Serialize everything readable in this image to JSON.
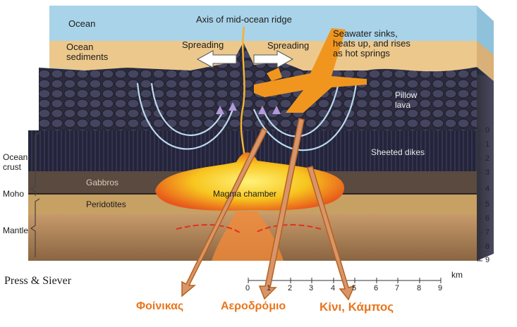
{
  "labels": {
    "ocean": "Ocean",
    "axis": "Axis of mid-ocean ridge",
    "ocean_sediments": "Ocean\nsediments",
    "spreading_left": "Spreading",
    "spreading_right": "Spreading",
    "seawater_note": "Seawater sinks,\nheats up, and rises\nas hot springs",
    "pillow_lava": "Pillow\nlava",
    "sheeted_dikes": "Sheeted dikes",
    "ocean_crust": "Ocean\ncrust",
    "gabbros": "Gabbros",
    "moho": "Moho",
    "magma_chamber": "Magma chamber",
    "peridotites": "Peridotites",
    "mantle": "Mantle",
    "credit": "Press & Siever",
    "km_unit": "km"
  },
  "depth_scale": [
    "0",
    "1",
    "2",
    "3",
    "4",
    "5",
    "6",
    "7",
    "8",
    "9"
  ],
  "km_scale": [
    "0",
    "1",
    "2",
    "3",
    "4",
    "5",
    "6",
    "7",
    "8",
    "9"
  ],
  "annotations": {
    "phoenix": "Φοίνικας",
    "airport": "Αεροδρόμιο",
    "kini_kampos": "Κίνι, Κάμπος"
  },
  "colors": {
    "annotation_orange": "#e9751e",
    "arrow_fill": "#d9956a",
    "ocean_blue": "#a9d3e8",
    "sediment": "#ecc88c",
    "magma": "#f7c51e"
  }
}
